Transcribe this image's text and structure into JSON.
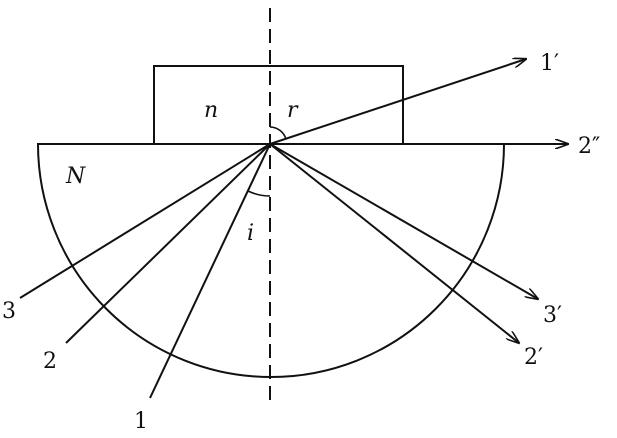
{
  "labels": {
    "medium_small": "n",
    "medium_large": "N",
    "angle_incidence": "i",
    "angle_refraction": "r",
    "ray_1": "1",
    "ray_2": "2",
    "ray_3": "3",
    "ray_1_refracted": "1′",
    "ray_2_grazing": "2″",
    "ray_2_reflected": "2′",
    "ray_3_reflected": "3′"
  },
  "colors": {
    "line": "#111111",
    "background": "#ffffff"
  }
}
